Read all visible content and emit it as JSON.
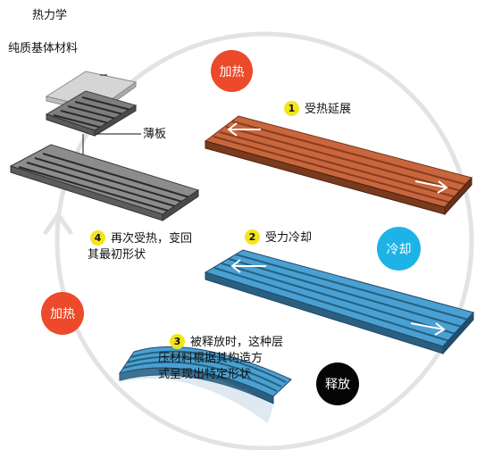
{
  "title": "热力学",
  "labels": {
    "base_material": "纯质基体材料",
    "thin_plate": "薄板"
  },
  "badges": {
    "heat_top": {
      "text": "加热",
      "color": "#ec4a2b"
    },
    "cool": {
      "text": "冷却",
      "color": "#1eb3e6"
    },
    "release": {
      "text": "释放",
      "color": "#050505"
    },
    "heat_left": {
      "text": "加热",
      "color": "#ec4a2b"
    }
  },
  "steps": [
    {
      "num": "1",
      "lines": [
        "受热延展"
      ]
    },
    {
      "num": "2",
      "lines": [
        "受力冷却"
      ]
    },
    {
      "num": "3",
      "lines": [
        "被释放时，这种层",
        "压材料根据其构造方",
        "式呈现出特定形状"
      ]
    },
    {
      "num": "4",
      "lines": [
        "再次受热，变回",
        "其最初形状"
      ]
    }
  ],
  "colors": {
    "heated_strip": "#c8663e",
    "cooled_strip": "#4aa0d2",
    "step_marker": "#f4e41c",
    "cycle_ring": "#e3e3e3"
  }
}
